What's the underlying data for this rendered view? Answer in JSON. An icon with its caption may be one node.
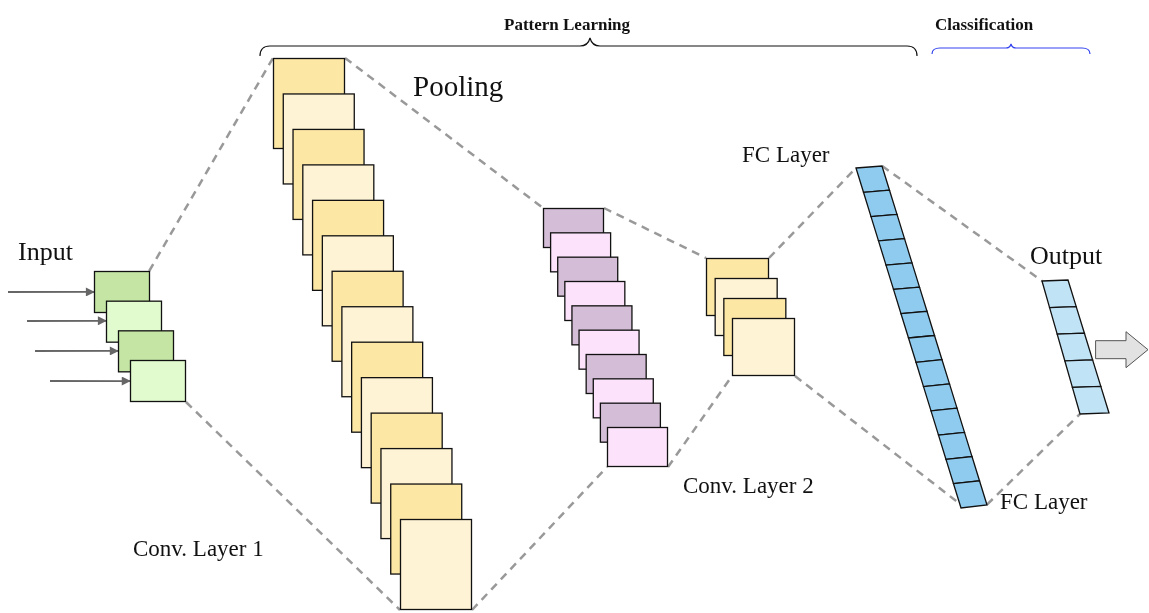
{
  "diagram": {
    "nodes": [
      {
        "text": [],
        "shape": "box"
      },
      {
        "text": [],
        "shape": "box"
      },
      {
        "text": [],
        "shape": "box"
      },
      {
        "text": [],
        "shape": "box"
      },
      {
        "text": [],
        "shape": "bar"
      },
      {
        "text": [],
        "shape": "bar"
      }
    ],
    "edges": [
      {
        "from": null,
        "to": 0,
        "arrow": "to"
      },
      {
        "from": null,
        "to": 0,
        "arrow": "to"
      },
      {
        "from": null,
        "to": 0,
        "arrow": "to"
      },
      {
        "from": null,
        "to": 0,
        "arrow": "to"
      },
      {
        "from": 0,
        "to": 1,
        "arrow": "none",
        "style": "dashed"
      },
      {
        "from": 0,
        "to": 1,
        "arrow": "none",
        "style": "dashed"
      },
      {
        "from": 1,
        "to": 2,
        "arrow": "none",
        "style": "dashed"
      },
      {
        "from": 1,
        "to": 2,
        "arrow": "none",
        "style": "dashed"
      },
      {
        "from": 2,
        "to": 3,
        "arrow": "none",
        "style": "dashed"
      },
      {
        "from": 2,
        "to": 3,
        "arrow": "none",
        "style": "dashed"
      },
      {
        "from": 3,
        "to": 4,
        "arrow": "none",
        "style": "dashed"
      },
      {
        "from": 3,
        "to": 4,
        "arrow": "none",
        "style": "dashed"
      },
      {
        "from": 4,
        "to": 5,
        "arrow": "none",
        "style": "dashed"
      },
      {
        "from": 4,
        "to": 5,
        "arrow": "none",
        "style": "dashed"
      },
      {
        "from": 5,
        "to": null,
        "arrow": "to",
        "style": "thick"
      }
    ],
    "labels": [
      "Pattern Learning",
      "Classification",
      "Pooling",
      "FC Layer",
      "Input",
      "Output",
      "Conv. Layer 2",
      "FC Layer",
      "Conv. Layer 1"
    ]
  }
}
